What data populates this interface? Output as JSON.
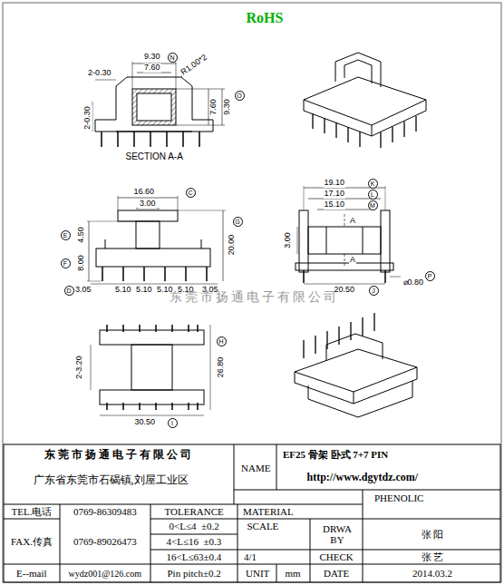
{
  "diagram": {
    "title": "RoHS",
    "labels": [
      "9.30",
      "N",
      "7.60",
      "R1.00*2",
      "2-0.30",
      "2-0.30",
      "7.60",
      "9.30",
      "O",
      "SECTION A-A",
      "16.60",
      "C",
      "3.00",
      "4.50",
      "E",
      "8.00",
      "F",
      "20.00",
      "G",
      "3.05",
      "D",
      "5.10",
      "5.10",
      "5.10",
      "5.10",
      "3.05",
      "19.10",
      "K",
      "17.10",
      "L",
      "15.10",
      "M",
      "A",
      "A",
      "3.00",
      "20.50",
      "J",
      "⌀0.80",
      "P",
      "2-3.20",
      "26.80",
      "H",
      "30.50",
      "I",
      "东莞市扬通电子有限公司",
      "东 莞 市 扬 通 电 子 有 限 公 司",
      "广东省东莞市石碣镇,刘屋工业区",
      "NAME",
      "EF25 骨架 卧式 7+7 PIN",
      "http://www.dgytdz.com/",
      "PHENOLIC",
      "TEL.电话",
      "0769-86309483",
      "TOLERANCE",
      "MATERIAL",
      "FAX.传真",
      "0769-89026473",
      "0<L≤4  ±0.2",
      "4<L≤16  ±0.3",
      "16<L≤63±0.4",
      "SCALE",
      "4/1",
      "DRWA BY",
      "张 阳",
      "CHECK",
      "张 艺",
      "E--mail",
      "wydz001@126.com",
      "Pin pitch±0.2",
      "UNIT",
      "mm",
      "DATE",
      "2014.03.2"
    ]
  }
}
